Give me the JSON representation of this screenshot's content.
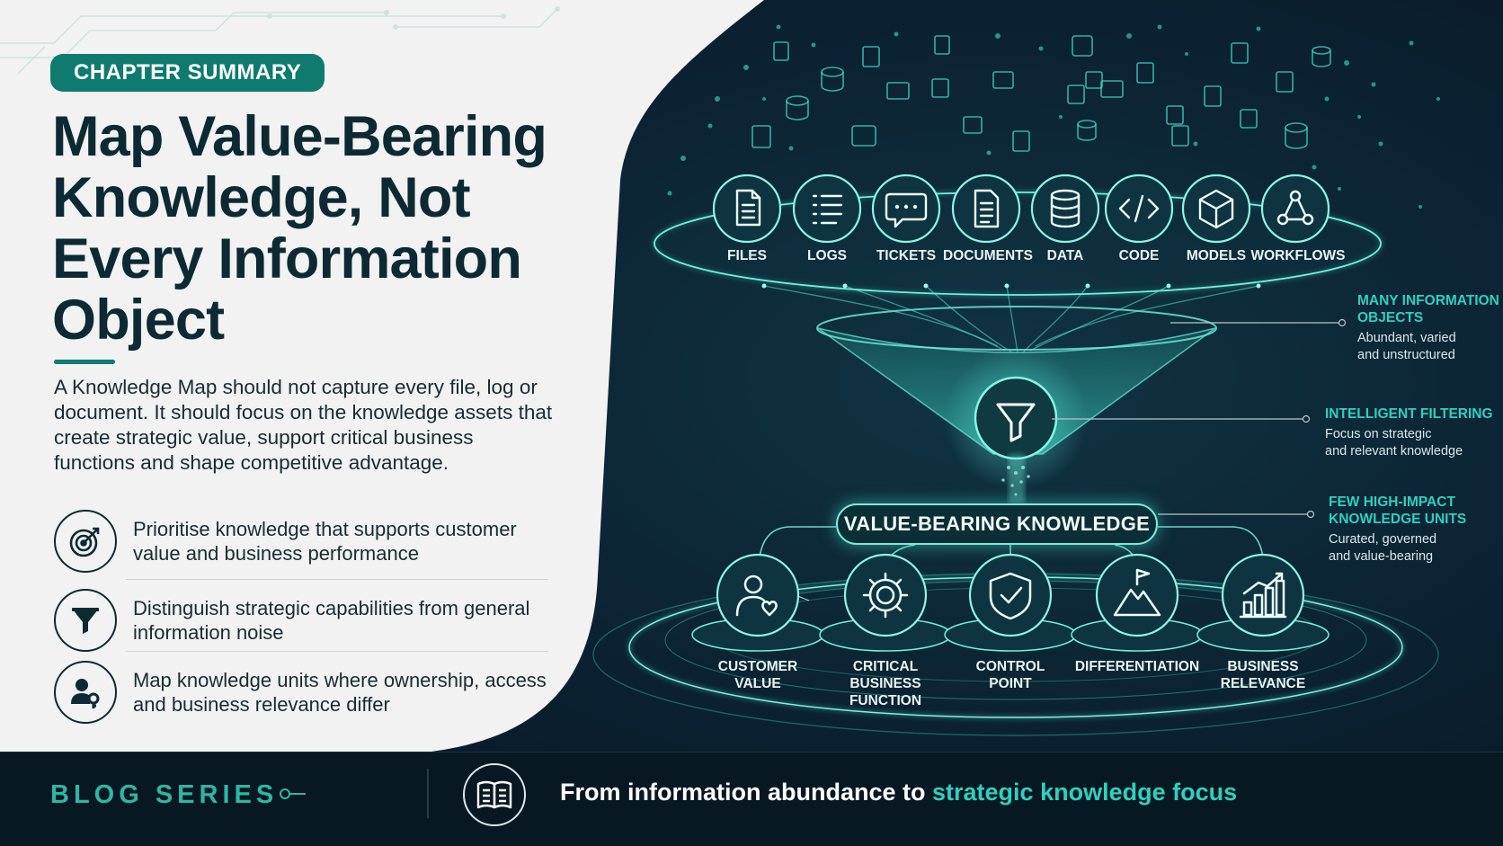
{
  "chapter_tag": "CHAPTER SUMMARY",
  "title": "Map Value-Bearing Knowledge, Not Every Information Object",
  "intro": "A Knowledge Map should not capture every file, log or document. It should focus on the knowledge assets that create strategic value, support critical business functions and shape competitive advantage.",
  "bullets": [
    {
      "icon": "target-icon",
      "text": "Prioritise knowledge that supports customer value and business performance"
    },
    {
      "icon": "funnel-icon",
      "text": "Distinguish strategic capabilities from general information noise"
    },
    {
      "icon": "user-key-icon",
      "text": "Map knowledge units where ownership, access and business relevance differ"
    }
  ],
  "sources": [
    {
      "label": "FILES",
      "icon": "file-icon"
    },
    {
      "label": "LOGS",
      "icon": "list-icon"
    },
    {
      "label": "TICKETS",
      "icon": "chat-icon"
    },
    {
      "label": "DOCUMENTS",
      "icon": "document-icon"
    },
    {
      "label": "DATA",
      "icon": "database-icon"
    },
    {
      "label": "CODE",
      "icon": "code-icon"
    },
    {
      "label": "MODELS",
      "icon": "cube-icon"
    },
    {
      "label": "WORKFLOWS",
      "icon": "workflow-icon"
    }
  ],
  "center_label": "VALUE-BEARING KNOWLEDGE",
  "filter_icon": "funnel-icon",
  "outputs": [
    {
      "label": "CUSTOMER\nVALUE",
      "icon": "user-heart-icon"
    },
    {
      "label": "CRITICAL\nBUSINESS\nFUNCTION",
      "icon": "gear-icon"
    },
    {
      "label": "CONTROL\nPOINT",
      "icon": "shield-check-icon"
    },
    {
      "label": "DIFFERENTIATION",
      "icon": "mountain-flag-icon"
    },
    {
      "label": "BUSINESS\nRELEVANCE",
      "icon": "bar-chart-icon"
    }
  ],
  "annotations": [
    {
      "title": "MANY INFORMATION\nOBJECTS",
      "desc": "Abundant, varied\nand unstructured"
    },
    {
      "title": "INTELLIGENT FILTERING",
      "desc": "Focus on strategic\nand relevant knowledge"
    },
    {
      "title": "FEW HIGH-IMPACT\nKNOWLEDGE UNITS",
      "desc": "Curated, governed\nand value-bearing"
    }
  ],
  "footer": {
    "series_label": "BLOG SERIES",
    "book_icon": "book-icon",
    "text_plain": "From information abundance to ",
    "text_highlight": "strategic knowledge focus"
  },
  "colors": {
    "accent": "#0f7a6e",
    "glow": "#3fe0cc",
    "dark_bg": "#0b1d2b",
    "light_bg": "#f1f2f1"
  }
}
